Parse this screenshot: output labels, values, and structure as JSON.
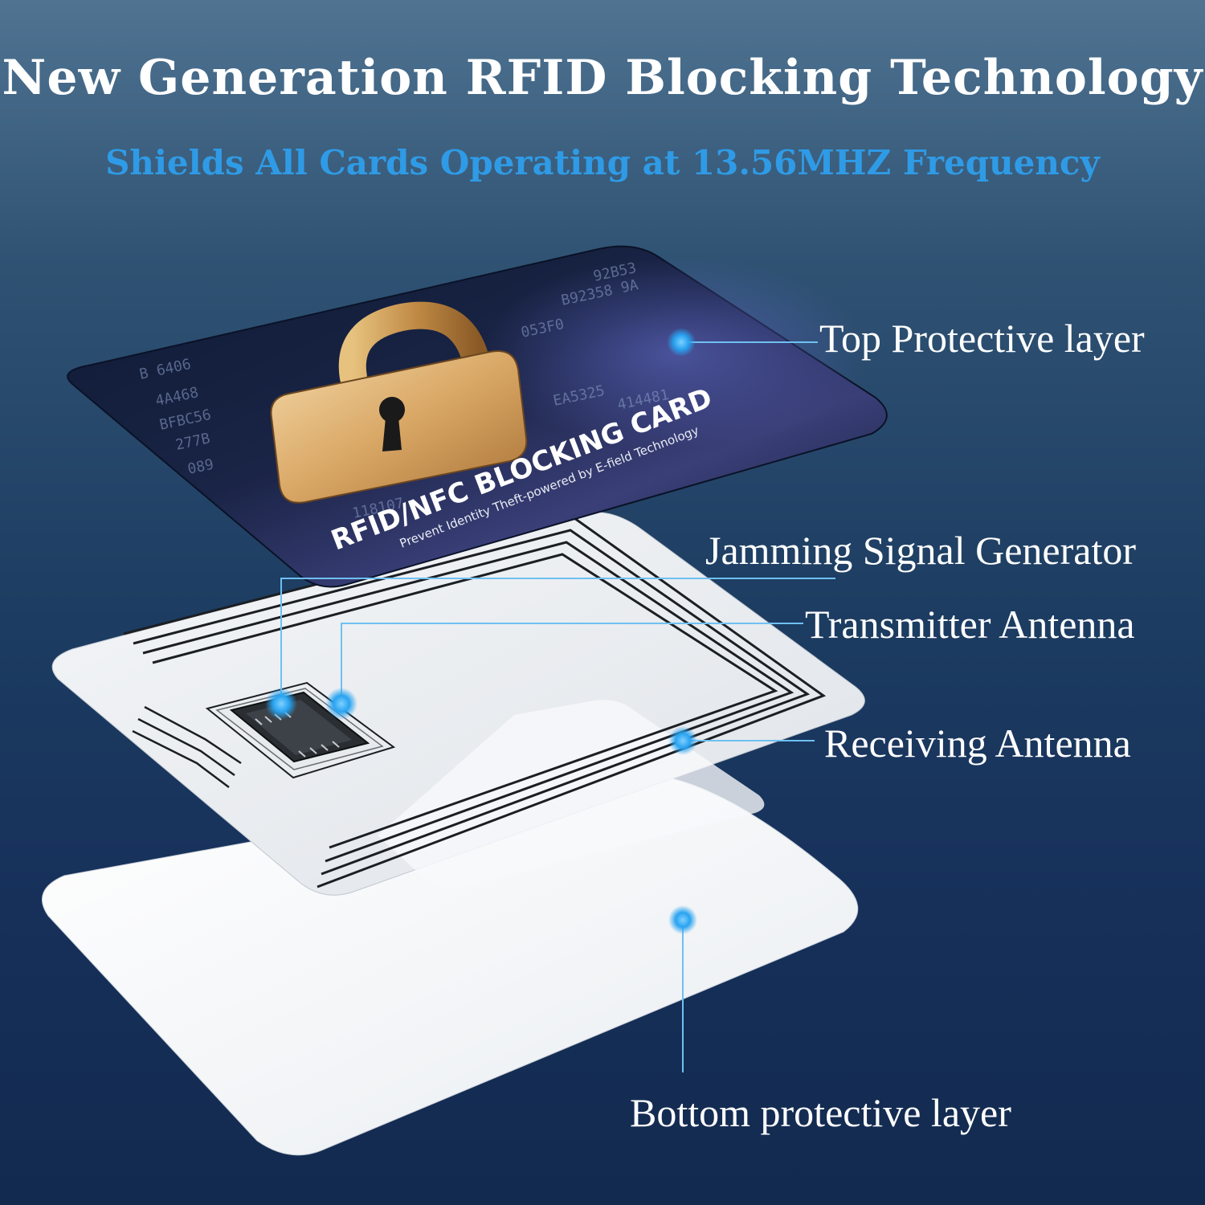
{
  "header": {
    "title": "New Generation RFID Blocking Technology",
    "subtitle": "Shields All Cards Operating at 13.56MHZ Frequency"
  },
  "labels": {
    "top_layer": "Top Protective layer",
    "jamming": "Jamming Signal Generator",
    "transmitter": "Transmitter Antenna",
    "receiving": "Receiving Antenna",
    "bottom_layer": "Bottom protective layer"
  },
  "card": {
    "title": "RFID/NFC BLOCKING CARD",
    "tagline": "Prevent Identity Theft-powered by E-field Technology"
  },
  "colors": {
    "accent": "#2f9be6",
    "callout_dot": "#29a3f0",
    "callout_line": "#6fc0f2"
  },
  "icons": {
    "lock": "padlock-icon",
    "chip": "chip-icon"
  }
}
